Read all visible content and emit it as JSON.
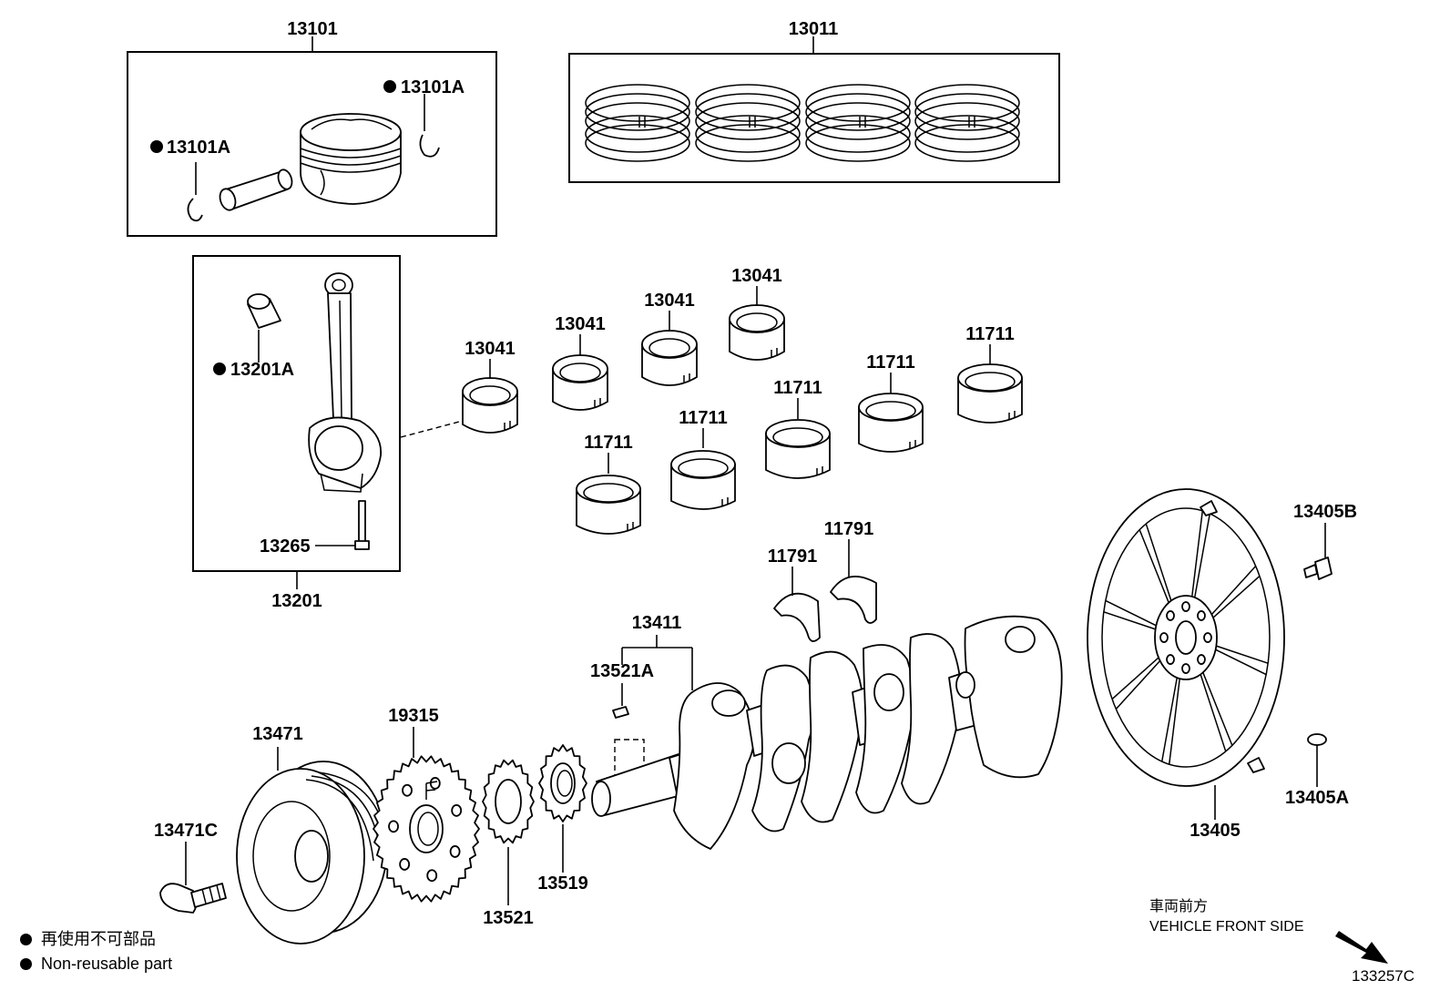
{
  "labels": {
    "piston_set": "13101",
    "piston_ring_set": "13011",
    "piston_pin_clip_right": "13101A",
    "piston_pin_clip_left": "13101A",
    "rod_bushing": "13201A",
    "rod_bolt": "13265",
    "connecting_rod": "13201",
    "rod_bearing_1": "13041",
    "rod_bearing_2": "13041",
    "rod_bearing_3": "13041",
    "rod_bearing_4": "13041",
    "main_bearing_1": "11711",
    "main_bearing_2": "11711",
    "main_bearing_3": "11711",
    "main_bearing_4": "11711",
    "main_bearing_5": "11711",
    "thrust_washer_1": "11791",
    "thrust_washer_2": "11791",
    "crankshaft": "13411",
    "crank_key": "13521A",
    "crank_pulley": "13471",
    "pulley_bolt": "13471C",
    "timing_rotor": "19315",
    "crank_sprocket": "13521",
    "oil_pump_sprocket": "13519",
    "drive_plate": "13405",
    "drive_plate_bolt": "13405B",
    "drive_plate_pin": "13405A"
  },
  "legend": {
    "line1": "再使用不可部品",
    "line2": "Non-reusable part"
  },
  "orientation": {
    "line1": "車両前方",
    "line2": "VEHICLE FRONT SIDE"
  },
  "diagram_code": "133257C",
  "non_reusable_parts": [
    "13101A",
    "13201A"
  ]
}
